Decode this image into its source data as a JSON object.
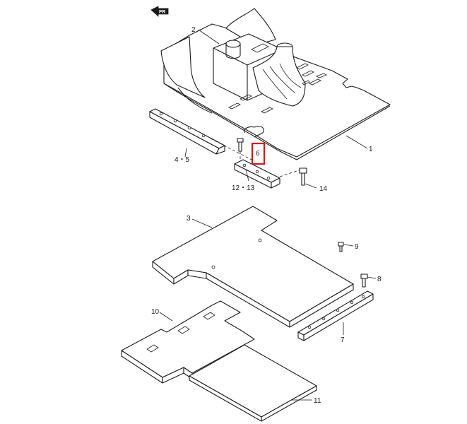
{
  "callouts": {
    "c1": "1",
    "c2": "2",
    "c3": "3",
    "c45": "4・5",
    "c6": "6",
    "c7": "7",
    "c8": "8",
    "c9": "9",
    "c10": "10",
    "c11": "11",
    "c1213": "12・13",
    "c14": "14"
  },
  "direction_marker": "FR",
  "highlighted_callout": "6",
  "colors": {
    "line": "#1a1a1a",
    "highlight": "#d11a1a",
    "background": "#ffffff"
  }
}
